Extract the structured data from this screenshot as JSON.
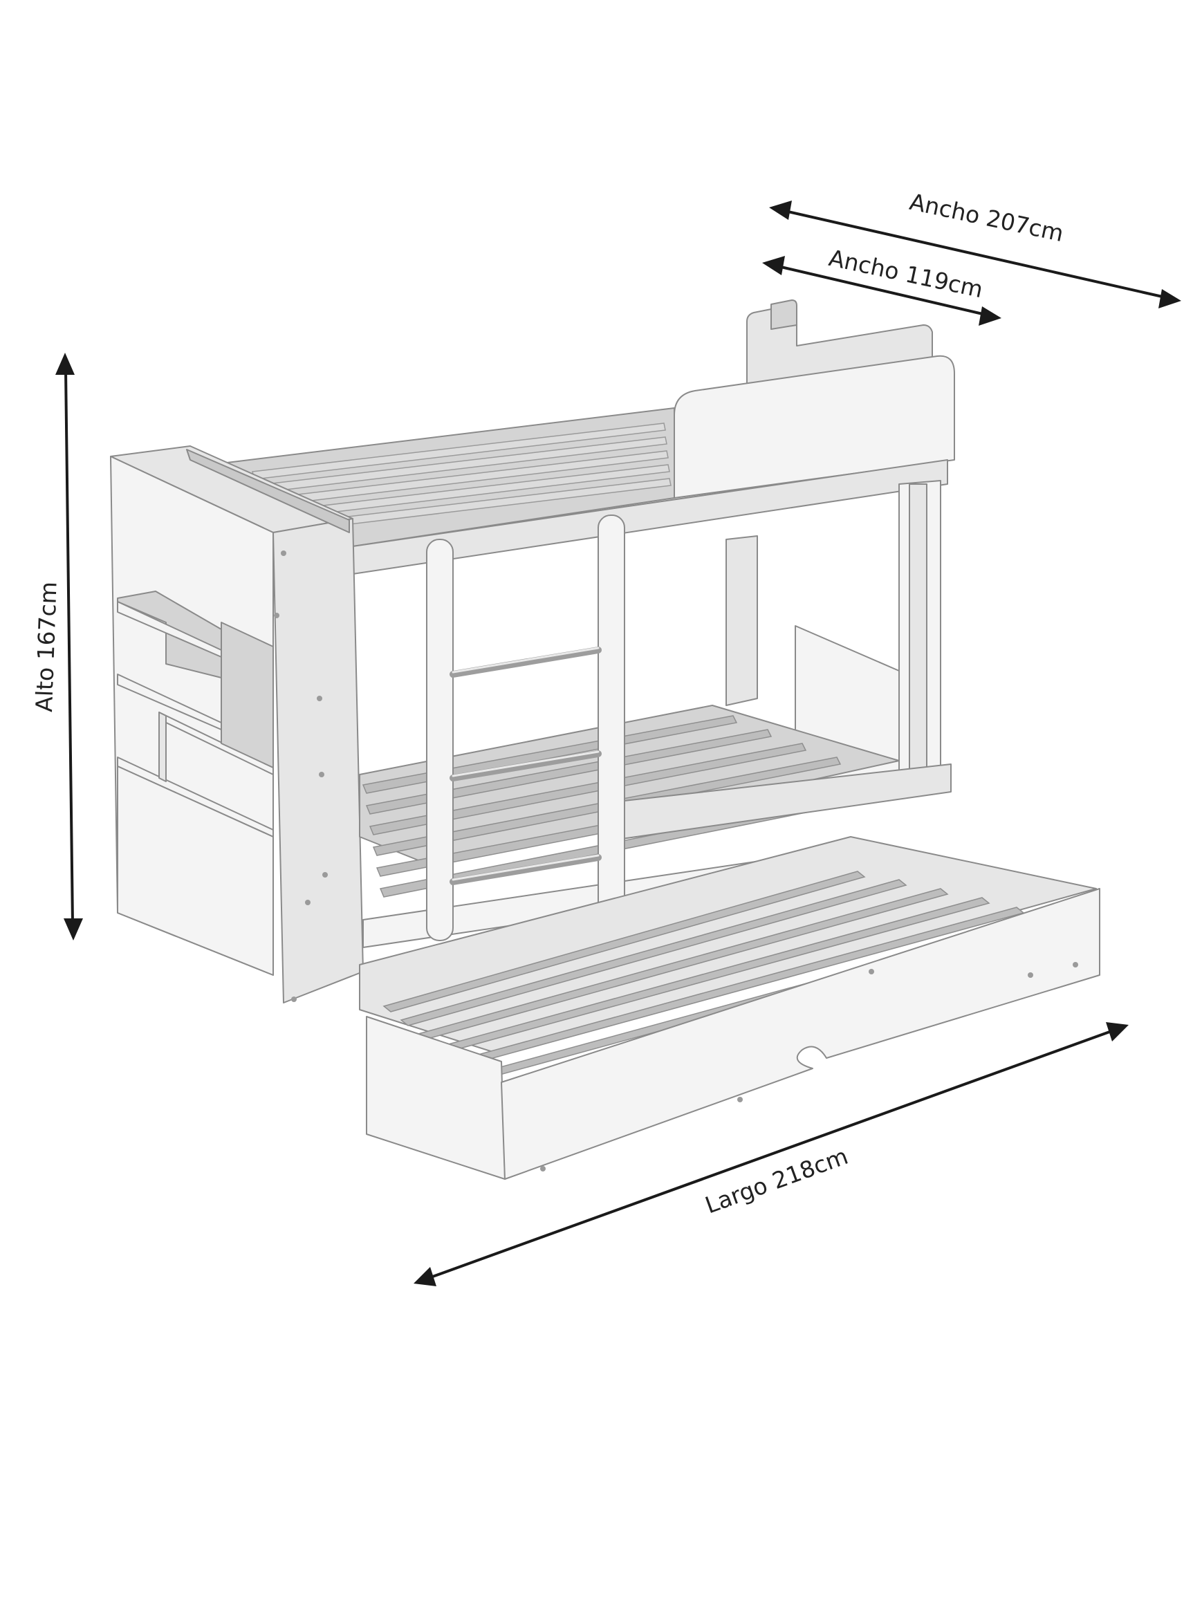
{
  "dimensions": {
    "width_total": "Ancho 207cm",
    "width_bed": "Ancho 119cm",
    "height": "Alto 167cm",
    "length": "Largo 218cm"
  },
  "colors": {
    "line": "#1a1a1a",
    "panel": "#f4f4f4",
    "outline": "#8a8a8a",
    "slat": "#bdbdbd"
  }
}
